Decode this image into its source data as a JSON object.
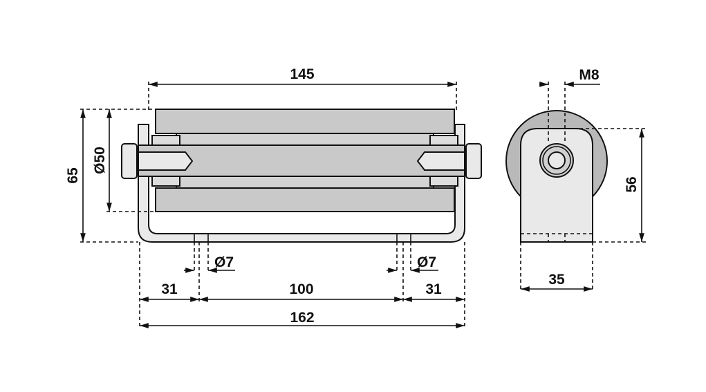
{
  "drawing": {
    "front_view": {
      "overall_roller_length": "145",
      "overall_height": "65",
      "roller_diameter": "Ø50",
      "hole_diameter_left": "Ø7",
      "hole_diameter_right": "Ø7",
      "left_offset": "31",
      "hole_spacing": "100",
      "right_offset": "31",
      "overall_width": "162"
    },
    "side_view": {
      "thread": "M8",
      "axle_height": "56",
      "bracket_width": "35"
    },
    "colors": {
      "roller": "#c9c9c9",
      "bracket": "#e9e9e9",
      "wheel": "#b9b9b9",
      "line": "#111111"
    }
  }
}
